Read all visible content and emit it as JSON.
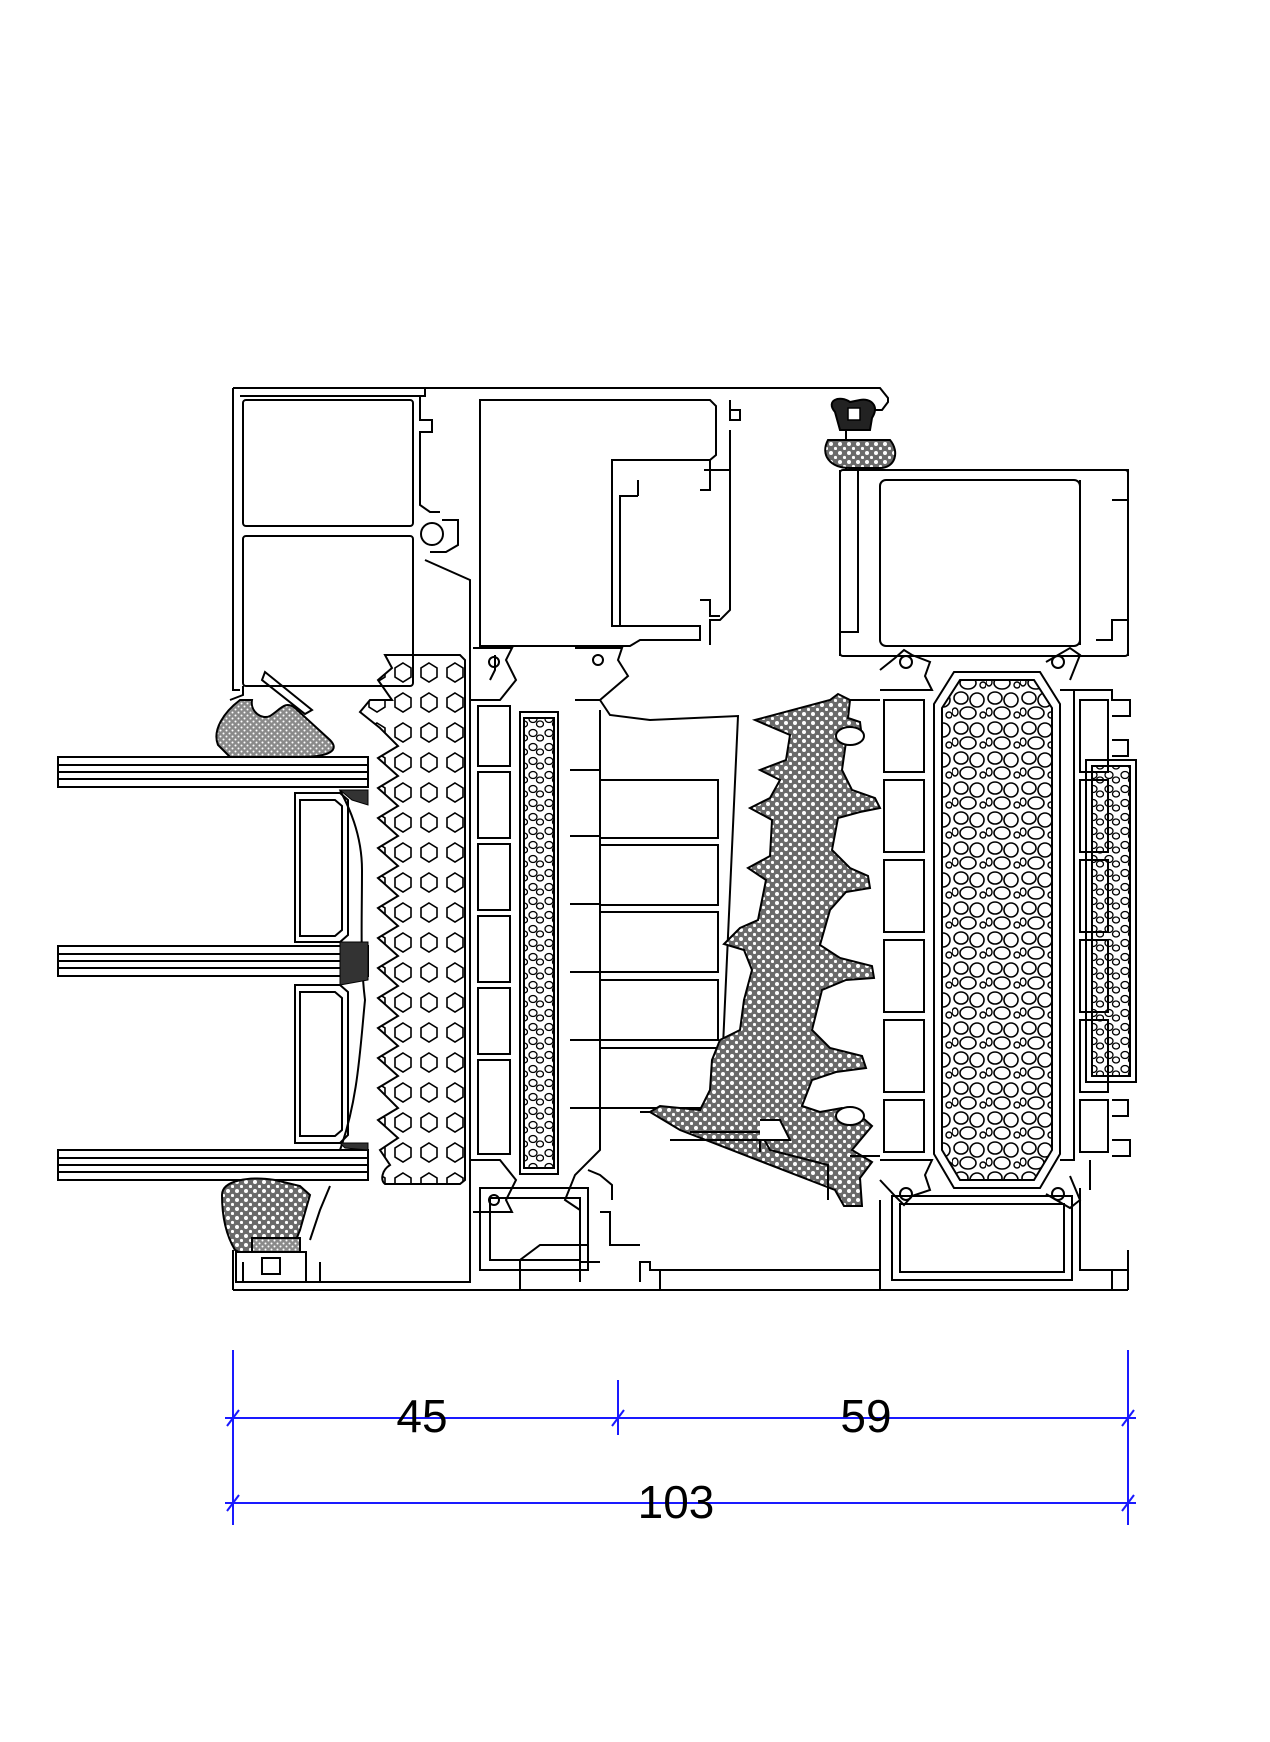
{
  "dimensions": {
    "left_segment": "45",
    "right_segment": "59",
    "overall": "103"
  },
  "colors": {
    "outline": "#000000",
    "dimension_line": "#1a1aff",
    "gasket_fill": "#5a5a5a",
    "insulation_fill": "#ffffff",
    "background": "#ffffff"
  },
  "components": {
    "glazing": "triple-glass-pane",
    "outer_frame": "aluminum-frame-profile",
    "sash": "aluminum-sash-profile",
    "thermal_break": "polyamide-insulation-strips",
    "foam_core": "insulating-foam-fill",
    "gaskets": "epdm-seals"
  }
}
